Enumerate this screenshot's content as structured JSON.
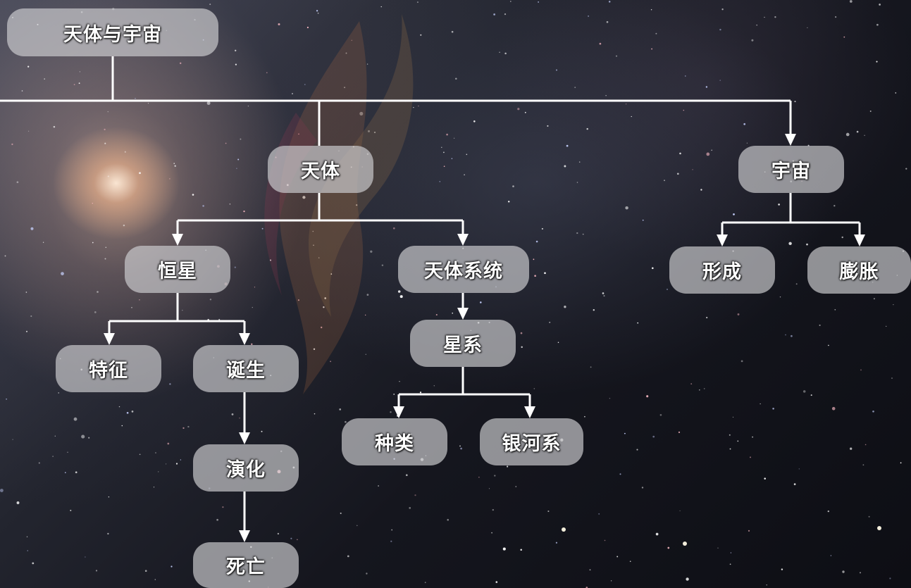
{
  "diagram": {
    "root": "天体与宇宙",
    "celestial": "天体",
    "universe": "宇宙",
    "star": "恒星",
    "celestial_system": "天体系统",
    "formation": "形成",
    "expansion": "膨胀",
    "features": "特征",
    "birth": "诞生",
    "galaxy": "星系",
    "types": "种类",
    "milky_way": "银河系",
    "evolution": "演化",
    "death": "死亡"
  },
  "edges": [
    {
      "from": "天体与宇宙",
      "to": "天体"
    },
    {
      "from": "天体与宇宙",
      "to": "宇宙"
    },
    {
      "from": "天体",
      "to": "恒星"
    },
    {
      "from": "天体",
      "to": "天体系统"
    },
    {
      "from": "宇宙",
      "to": "形成"
    },
    {
      "from": "宇宙",
      "to": "膨胀"
    },
    {
      "from": "恒星",
      "to": "特征"
    },
    {
      "from": "恒星",
      "to": "诞生"
    },
    {
      "from": "天体系统",
      "to": "星系"
    },
    {
      "from": "星系",
      "to": "种类"
    },
    {
      "from": "星系",
      "to": "银河系"
    },
    {
      "from": "诞生",
      "to": "演化"
    },
    {
      "from": "演化",
      "to": "死亡"
    }
  ],
  "colors": {
    "connector": "#ffffff",
    "node_fill": "#cdcdd0",
    "node_text": "#ffffff",
    "background": "#15161e"
  }
}
